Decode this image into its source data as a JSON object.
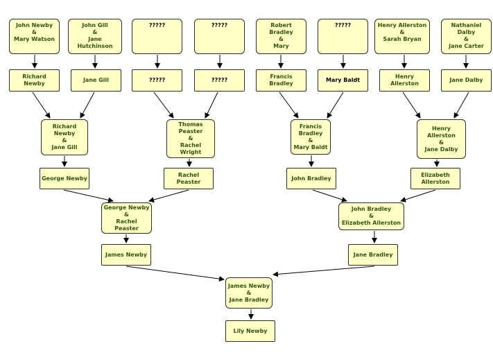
{
  "colors": {
    "node_fill": "#ffffc6",
    "node_text": "#2e5410",
    "unknown_text": "#000000",
    "edge": "#000000"
  },
  "nodes": {
    "g1": "John Newby\n&\nMary Watson",
    "g2": "John Gill\n&\nJane\nHutchinson",
    "g3": "?????",
    "g4": "?????",
    "g5": "Robert\nBradley\n&\nMary",
    "g6": "?????",
    "g7": "Henry Allerston\n&\nSarah Bryan",
    "g8": "Nathaniel\nDalby\n&\nJane Carter",
    "c1": "Richard\nNewby",
    "c2": "Jane Gill",
    "c3": "?????",
    "c4": "?????",
    "c5": "Francis\nBradley",
    "c6": "Mary Baldt",
    "c7": "Henry\nAllerston",
    "c8": "Jane Dalby",
    "p1": "Richard\nNewby\n&\nJane Gill",
    "p2": "Thomas\nPeaster\n&\nRachel\nWright",
    "p3": "Francis\nBradley\n&\nMary Baldt",
    "p4": "Henry\nAllerston\n&\nJane Dalby",
    "k1": "George Newby",
    "k2": "Rachel Peaster",
    "k3": "John Bradley",
    "k4": "Elizabeth\nAllerston",
    "q1": "George Newby\n&\nRachel Peaster",
    "q2": "John Bradley\n&\nElizabeth Allerston",
    "r1": "James Newby",
    "r2": "Jane Bradley",
    "s1": "James Newby\n&\nJane Bradley",
    "u1": "Lily Newby"
  }
}
